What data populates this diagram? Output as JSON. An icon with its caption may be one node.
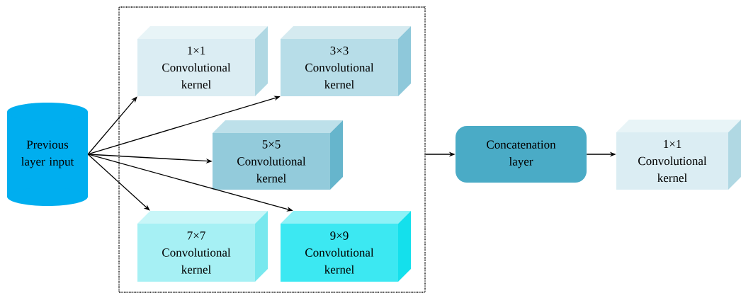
{
  "diagram": {
    "nodes": [
      {
        "text": [
          "Previous layer input"
        ]
      },
      {
        "text": [],
        "shape": "box"
      },
      {
        "text": [
          "1×1 Convolutional kernel"
        ],
        "in": 1
      },
      {
        "text": [
          "3×3 Convolutional kernel"
        ],
        "in": 1
      },
      {
        "text": [
          "5×5 Convolutional kernel"
        ],
        "in": 1
      },
      {
        "text": [
          "7×7 Convolutional kernel"
        ],
        "in": 1
      },
      {
        "text": [
          "9×9 Convolutional kernel"
        ],
        "in": 1
      },
      {
        "text": [
          "Concatenation layer"
        ]
      },
      {
        "text": [
          "1×1 Convolutional kernel"
        ]
      }
    ],
    "edges": [
      {
        "from": 0,
        "to": 2,
        "arrow": "to"
      },
      {
        "from": 0,
        "to": 3,
        "arrow": "to"
      },
      {
        "from": 0,
        "to": 4,
        "arrow": "to"
      },
      {
        "from": 0,
        "to": 5,
        "arrow": "to"
      },
      {
        "from": 0,
        "to": 6,
        "arrow": "to"
      },
      {
        "from": 1,
        "to": 7,
        "arrow": "to"
      },
      {
        "from": 7,
        "to": 8,
        "arrow": "to"
      }
    ]
  }
}
